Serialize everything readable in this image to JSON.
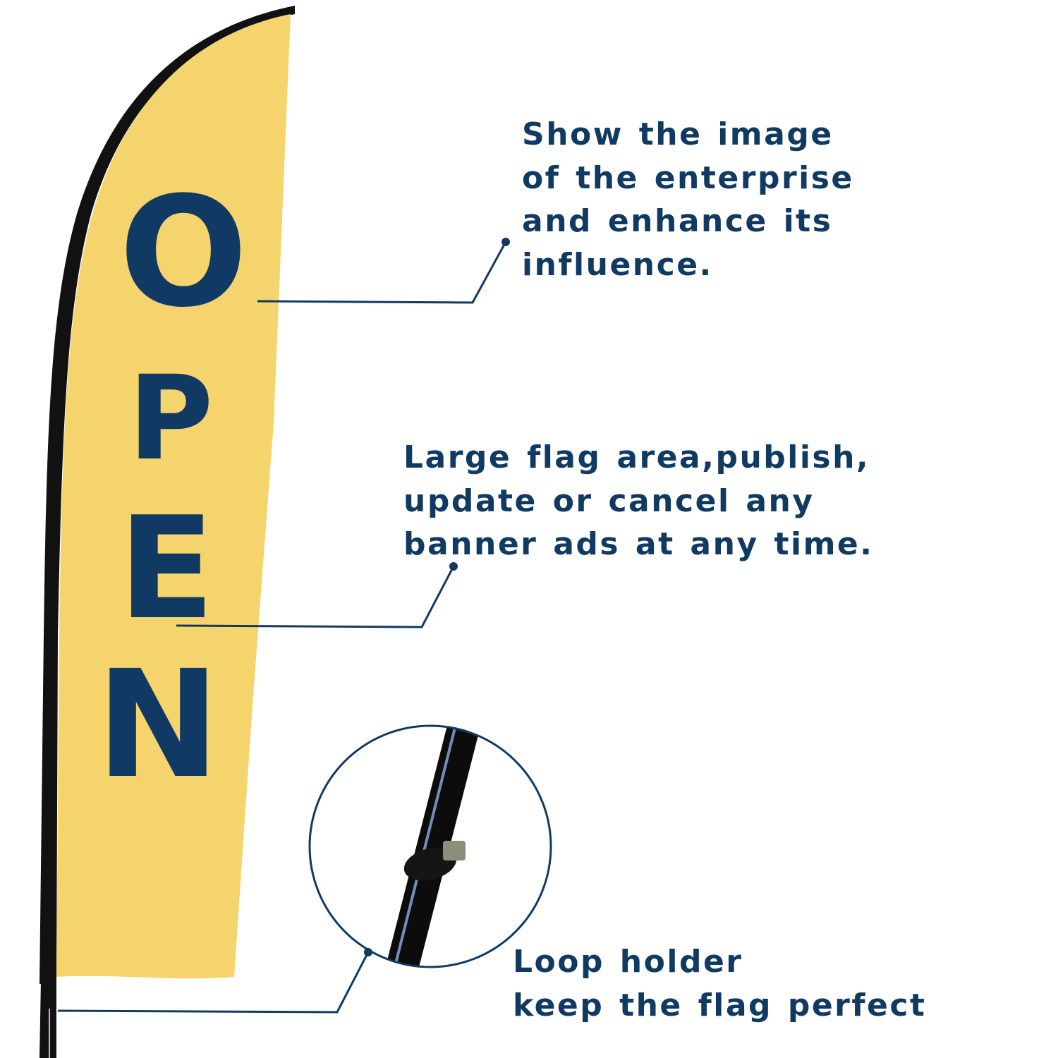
{
  "flag": {
    "letters": [
      "O",
      "P",
      "E",
      "N"
    ],
    "fabric_color": "#f5d46e",
    "text_color": "#103a63"
  },
  "callouts": [
    {
      "lines": [
        "Show the image",
        "of the enterprise",
        "and enhance its",
        "influence."
      ]
    },
    {
      "lines": [
        "Large flag area,publish,",
        "update or cancel any",
        "banner ads at any time."
      ]
    },
    {
      "lines": [
        "Loop holder",
        "keep the flag perfect"
      ]
    }
  ],
  "accent_color": "#113a63"
}
